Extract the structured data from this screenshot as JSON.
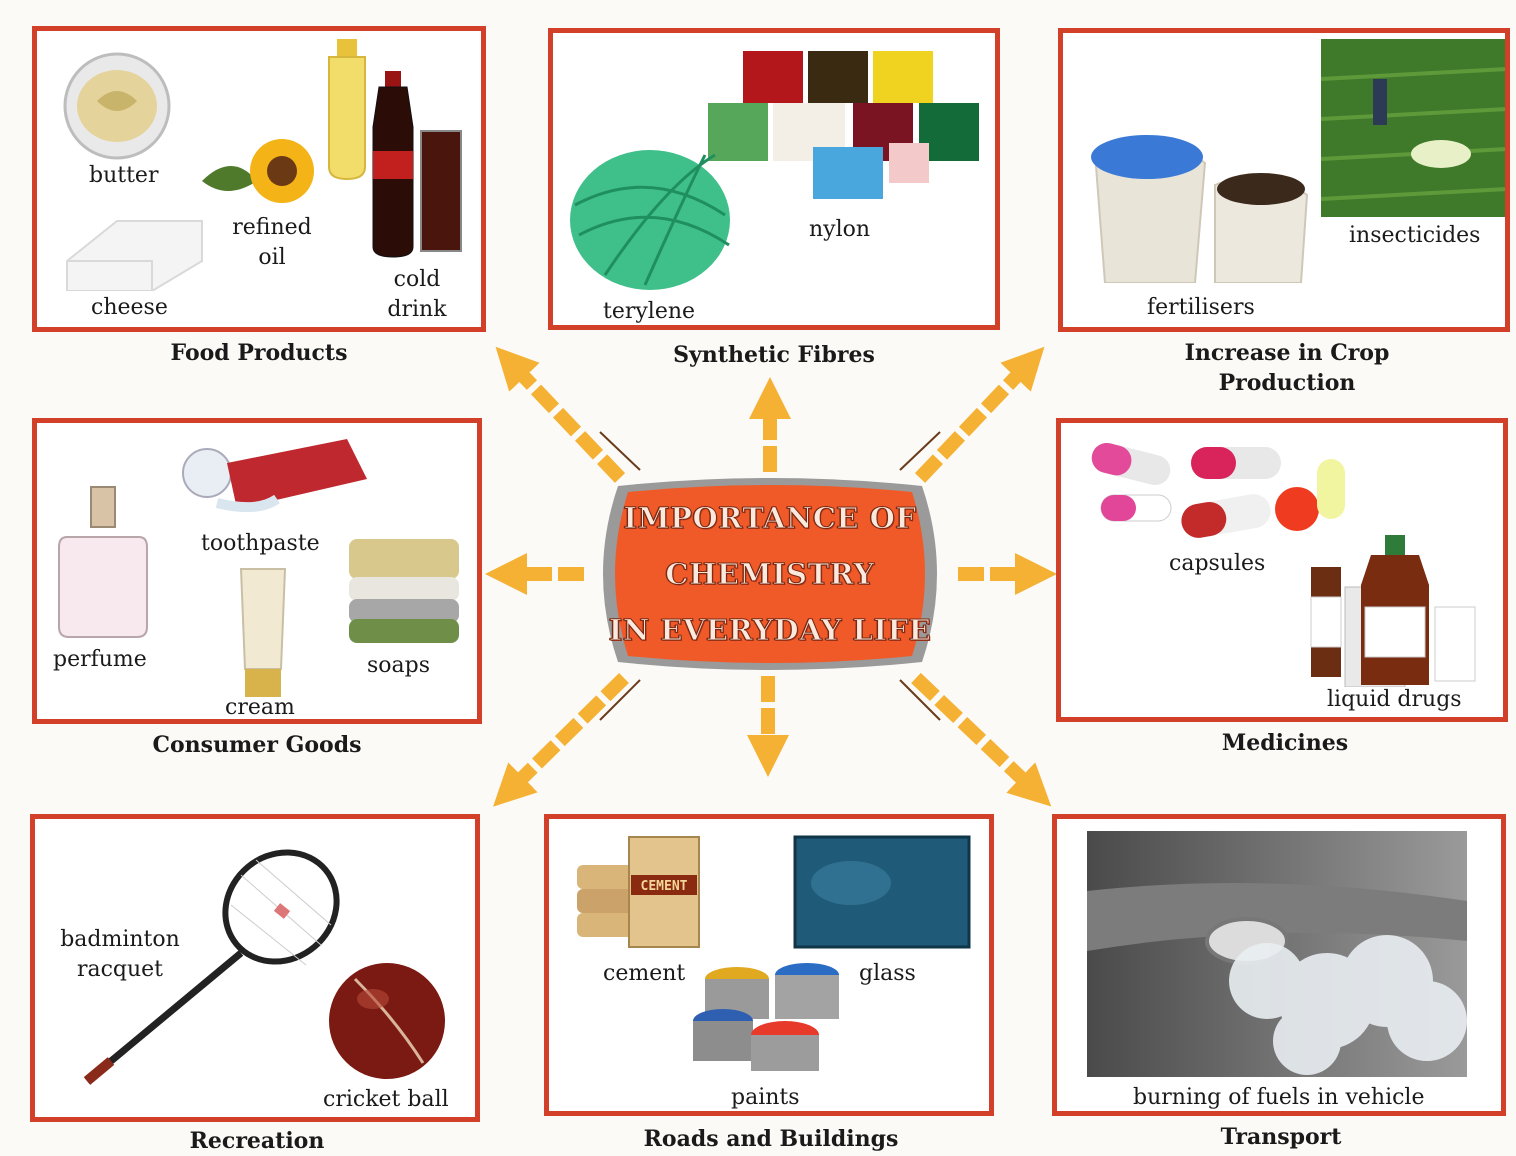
{
  "center_title": [
    "IMPORTANCE OF",
    "CHEMISTRY",
    "IN EVERYDAY LIFE"
  ],
  "colors": {
    "frame": "#d2402a",
    "arrow": "#f5b133",
    "center": "#f05a28"
  },
  "panels": {
    "food": {
      "caption": "Food Products",
      "labels": {
        "butter": "butter",
        "refined_oil": [
          "refined",
          "oil"
        ],
        "cold_drink": [
          "cold",
          "drink"
        ],
        "cheese": "cheese"
      }
    },
    "fibres": {
      "caption": "Synthetic Fibres",
      "labels": {
        "nylon": "nylon",
        "terylene": "terylene"
      }
    },
    "crop": {
      "caption": [
        "Increase in Crop",
        "Production"
      ],
      "labels": {
        "insecticides": "insecticides",
        "fertilisers": "fertilisers"
      }
    },
    "consumer": {
      "caption": "Consumer Goods",
      "labels": {
        "toothpaste": "toothpaste",
        "perfume": "perfume",
        "soaps": "soaps",
        "cream": "cream"
      }
    },
    "medicines": {
      "caption": "Medicines",
      "labels": {
        "capsules": "capsules",
        "liquid_drugs": "liquid drugs"
      }
    },
    "recreation": {
      "caption": "Recreation",
      "labels": {
        "badminton": [
          "badminton",
          "racquet"
        ],
        "cricket_ball": "cricket ball"
      }
    },
    "roads": {
      "caption": "Roads and Buildings",
      "labels": {
        "cement": "cement",
        "glass": "glass",
        "paints": "paints",
        "cement_bag": "CEMENT"
      }
    },
    "transport": {
      "caption": "Transport",
      "labels": {
        "fuels": "burning of fuels in vehicle"
      }
    }
  }
}
